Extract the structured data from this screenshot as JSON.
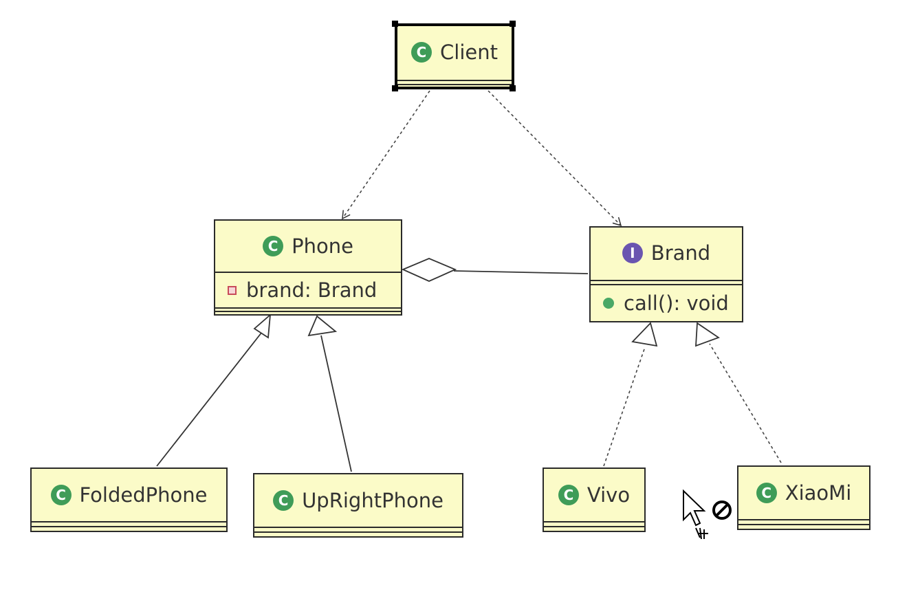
{
  "diagram": {
    "classes": {
      "client": {
        "name": "Client",
        "icon": "class-icon",
        "icon_letter": "C"
      },
      "phone": {
        "name": "Phone",
        "icon": "class-icon",
        "icon_letter": "C",
        "field": "brand: Brand",
        "field_icon": "private-field-icon"
      },
      "brand": {
        "name": "Brand",
        "icon": "interface-icon",
        "icon_letter": "I",
        "method": "call(): void",
        "method_icon": "public-method-icon"
      },
      "folded_phone": {
        "name": "FoldedPhone",
        "icon": "class-icon",
        "icon_letter": "C"
      },
      "upright_phone": {
        "name": "UpRightPhone",
        "icon": "class-icon",
        "icon_letter": "C"
      },
      "vivo": {
        "name": "Vivo",
        "icon": "class-icon",
        "icon_letter": "C"
      },
      "xiaomi": {
        "name": "XiaoMi",
        "icon": "class-icon",
        "icon_letter": "C"
      }
    },
    "relations": [
      {
        "from": "Client",
        "to": "Phone",
        "type": "dependency"
      },
      {
        "from": "Client",
        "to": "Brand",
        "type": "dependency"
      },
      {
        "from": "Phone",
        "to": "Brand",
        "type": "aggregation"
      },
      {
        "from": "FoldedPhone",
        "to": "Phone",
        "type": "generalization"
      },
      {
        "from": "UpRightPhone",
        "to": "Phone",
        "type": "generalization"
      },
      {
        "from": "Vivo",
        "to": "Brand",
        "type": "realization"
      },
      {
        "from": "XiaoMi",
        "to": "Brand",
        "type": "realization"
      }
    ],
    "selected": "Client",
    "cursor": "no-drop-cursor-icon",
    "colors": {
      "box_fill": "#fbfbc8",
      "class_icon": "#3f9c58",
      "interface_icon": "#6a55b0",
      "field_icon": "#c84a5a",
      "method_icon": "#4aa866"
    }
  }
}
